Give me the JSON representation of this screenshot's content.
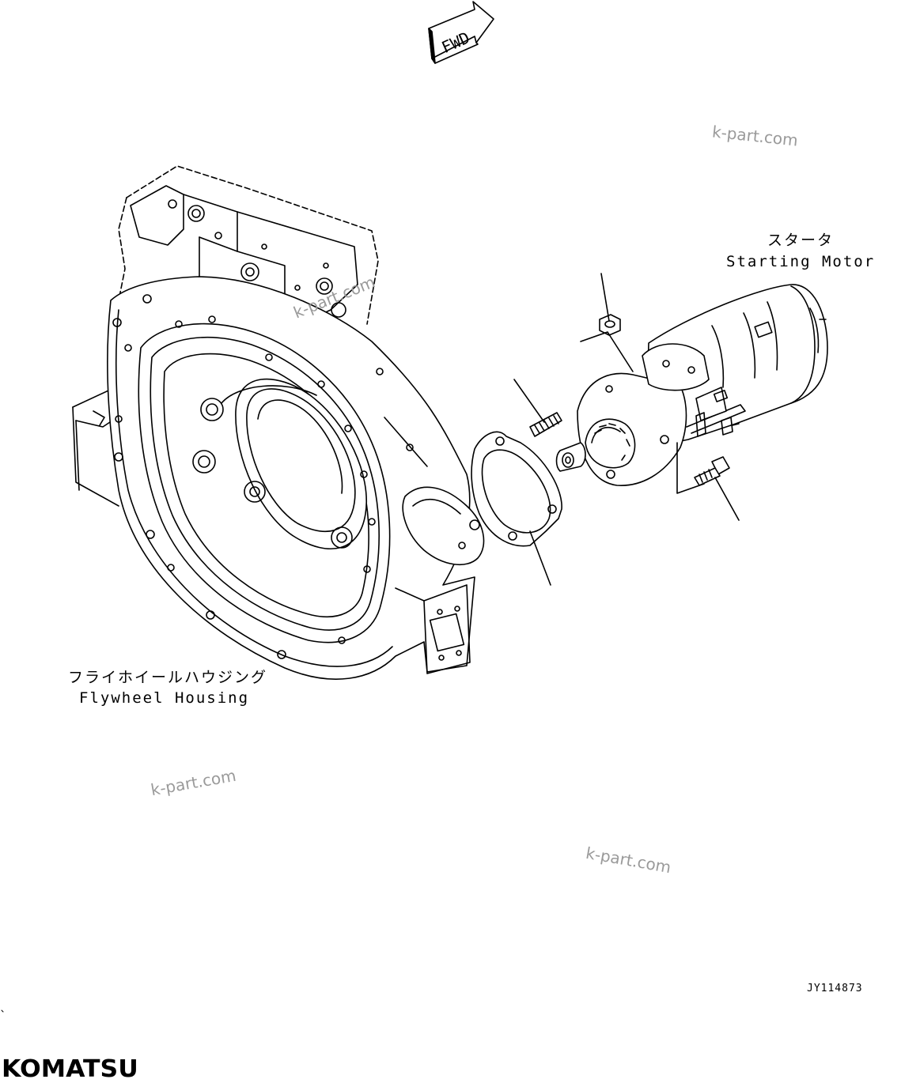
{
  "fwd_label": "FWD",
  "labels": {
    "starter_jp": "スタータ",
    "starter_en": "Starting Motor",
    "housing_jp": "フライホイールハウジング",
    "housing_en": "Flywheel Housing"
  },
  "watermark": "k-part.com",
  "drawing_code": "JY114873",
  "brand": "KOMATSU"
}
